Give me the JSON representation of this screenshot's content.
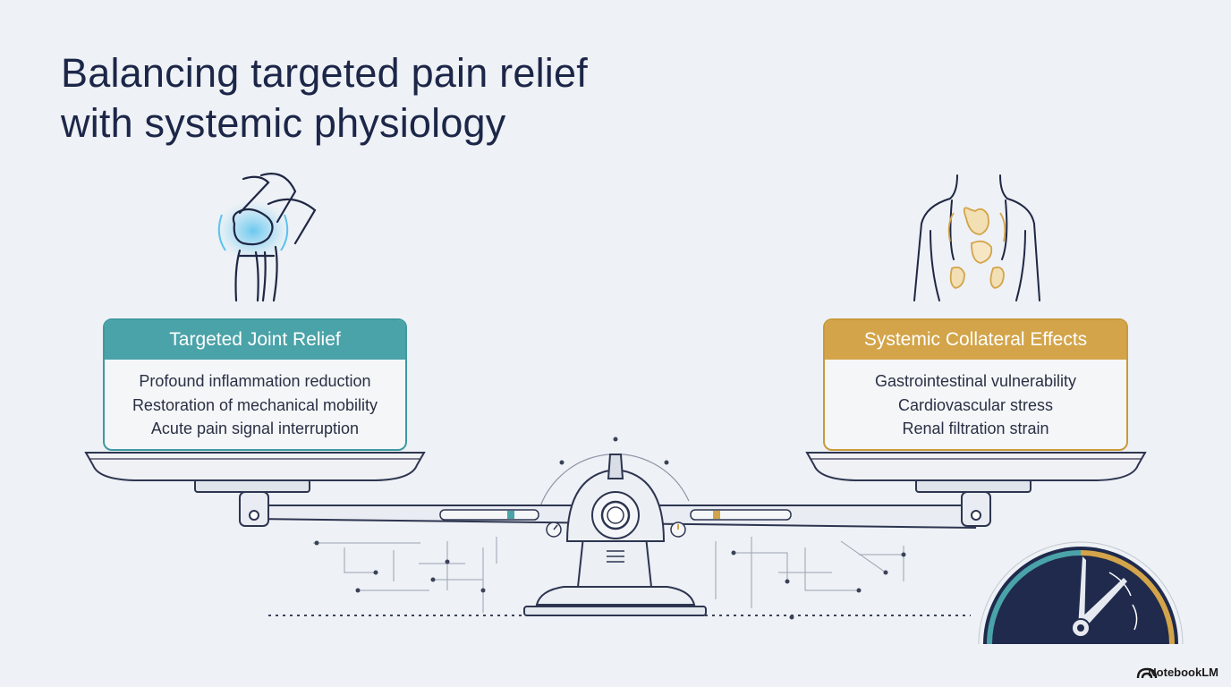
{
  "title": {
    "line1": "Balancing targeted pain relief",
    "line2": "with systemic physiology"
  },
  "left_card": {
    "heading": "Targeted Joint Relief",
    "items": [
      "Profound inflammation reduction",
      "Restoration of mechanical mobility",
      "Acute pain signal interruption"
    ],
    "accent_color": "#4aa3a8"
  },
  "right_card": {
    "heading": "Systemic Collateral Effects",
    "items": [
      "Gastrointestinal vulnerability",
      "Cardiovascular stress",
      "Renal filtration strain"
    ],
    "accent_color": "#d3a449"
  },
  "icons": {
    "left": "knee-joint-icon",
    "right": "torso-organs-icon",
    "gauge": "gauge-meter-icon",
    "brand": "notebooklm-logo-icon"
  },
  "brand": {
    "label": "NotebookLM"
  }
}
